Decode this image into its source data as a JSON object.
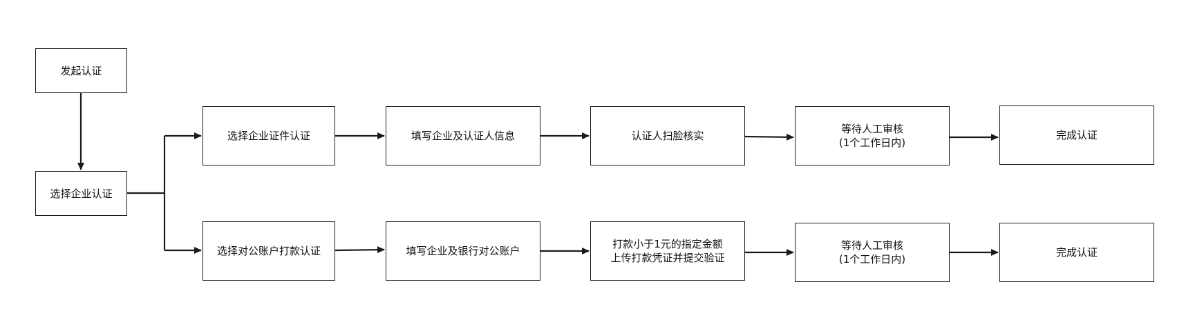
{
  "diagram": {
    "start": "发起认证",
    "choose": "选择企业认证",
    "branch_a": {
      "step1": "选择企业证件认证",
      "step2": "填写企业及认证人信息",
      "step3": "认证人扫脸核实",
      "step4_line1": "等待人工审核",
      "step4_line2": "(1个工作日内)",
      "step5": "完成认证"
    },
    "branch_b": {
      "step1": "选择对公账户打款认证",
      "step2": "填写企业及银行对公账户",
      "step3_line1": "打款小于1元的指定金额",
      "step3_line2": "上传打款凭证并提交验证",
      "step4_line1": "等待人工审核",
      "step4_line2": "(1个工作日内)",
      "step5": "完成认证"
    },
    "colors": {
      "line": "#1a1a1a",
      "box_border": "#1a1a1a",
      "background": "#ffffff"
    }
  }
}
